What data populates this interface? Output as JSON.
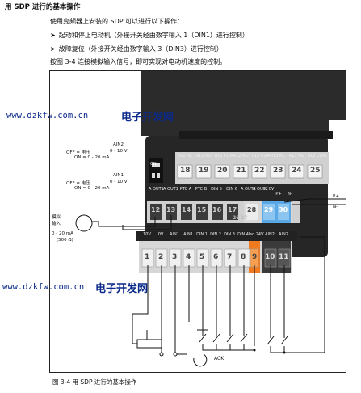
{
  "doc": {
    "title": "用 SDP 进行的基本操作",
    "intro": "使用变频器上安装的 SDP 可以进行以下操作：",
    "bullets": [
      "起动和停止电动机（外接开关经由数字输入 1（DIN1）进行控制）",
      "故障复位（外接开关经由数字输入 3（DIN3）进行控制）"
    ],
    "bullet_marker": "➤",
    "note": "按图 3-4 连接模拟输入信号，即可实现对电动机速度的控制。",
    "caption": "图  3-4    用 SDP 进行的基本操作"
  },
  "watermark": {
    "url": "www.dzkfw.com.cn",
    "name": "电子开发网"
  },
  "figure": {
    "ain2_label": "AIN2",
    "ain2_off": "OFF = 电压",
    "ain2_off_range": "0 - 10 V",
    "ain2_on": "ON   = 0 - 20 mA",
    "ain1_label": "AIN1",
    "ain1_off": "OFF = 电压",
    "ain1_off_range": "0 - 10 V",
    "ain1_on": "ON   = 0 - 20 mA",
    "switch_on": "ON",
    "analog_input_label_1": "模拟",
    "analog_input_label_2": "输入",
    "analog_range": "0 - 20 mA",
    "analog_impedance": "(500 Ω)",
    "p_plus": "P+",
    "n_minus": "N-",
    "ack": "ACK",
    "relay_headers": [
      "RL1 NC",
      "RL1 NO",
      "RL1 COM",
      "RL2 NO",
      "RL2 COM",
      "RL3 NC",
      "RL3 NO",
      "RL3 COM"
    ],
    "relay_numbers": [
      "18",
      "19",
      "20",
      "21",
      "22",
      "23",
      "24",
      "25"
    ],
    "middle_headers": [
      "A OUT1",
      "A OUT1",
      "PTC A",
      "PTC B",
      "DIN 5",
      "DIN 6",
      "A OUT2",
      "A OUT2",
      "Iso 0V",
      "P+",
      "N-"
    ],
    "middle_numbers": [
      "12",
      "13",
      "14",
      "15",
      "16",
      "17",
      "26",
      "27",
      "28",
      "29",
      "30"
    ],
    "bottom_headers": [
      "10V",
      "0V",
      "AIN1",
      "AIN1",
      "DIN 1",
      "DIN 2",
      "DIN 3",
      "DIN 4",
      "Iso 24V",
      "AIN2",
      "AIN2"
    ],
    "bottom_numbers": [
      "1",
      "2",
      "3",
      "4",
      "5",
      "6",
      "7",
      "8",
      "9",
      "10",
      "11"
    ]
  }
}
